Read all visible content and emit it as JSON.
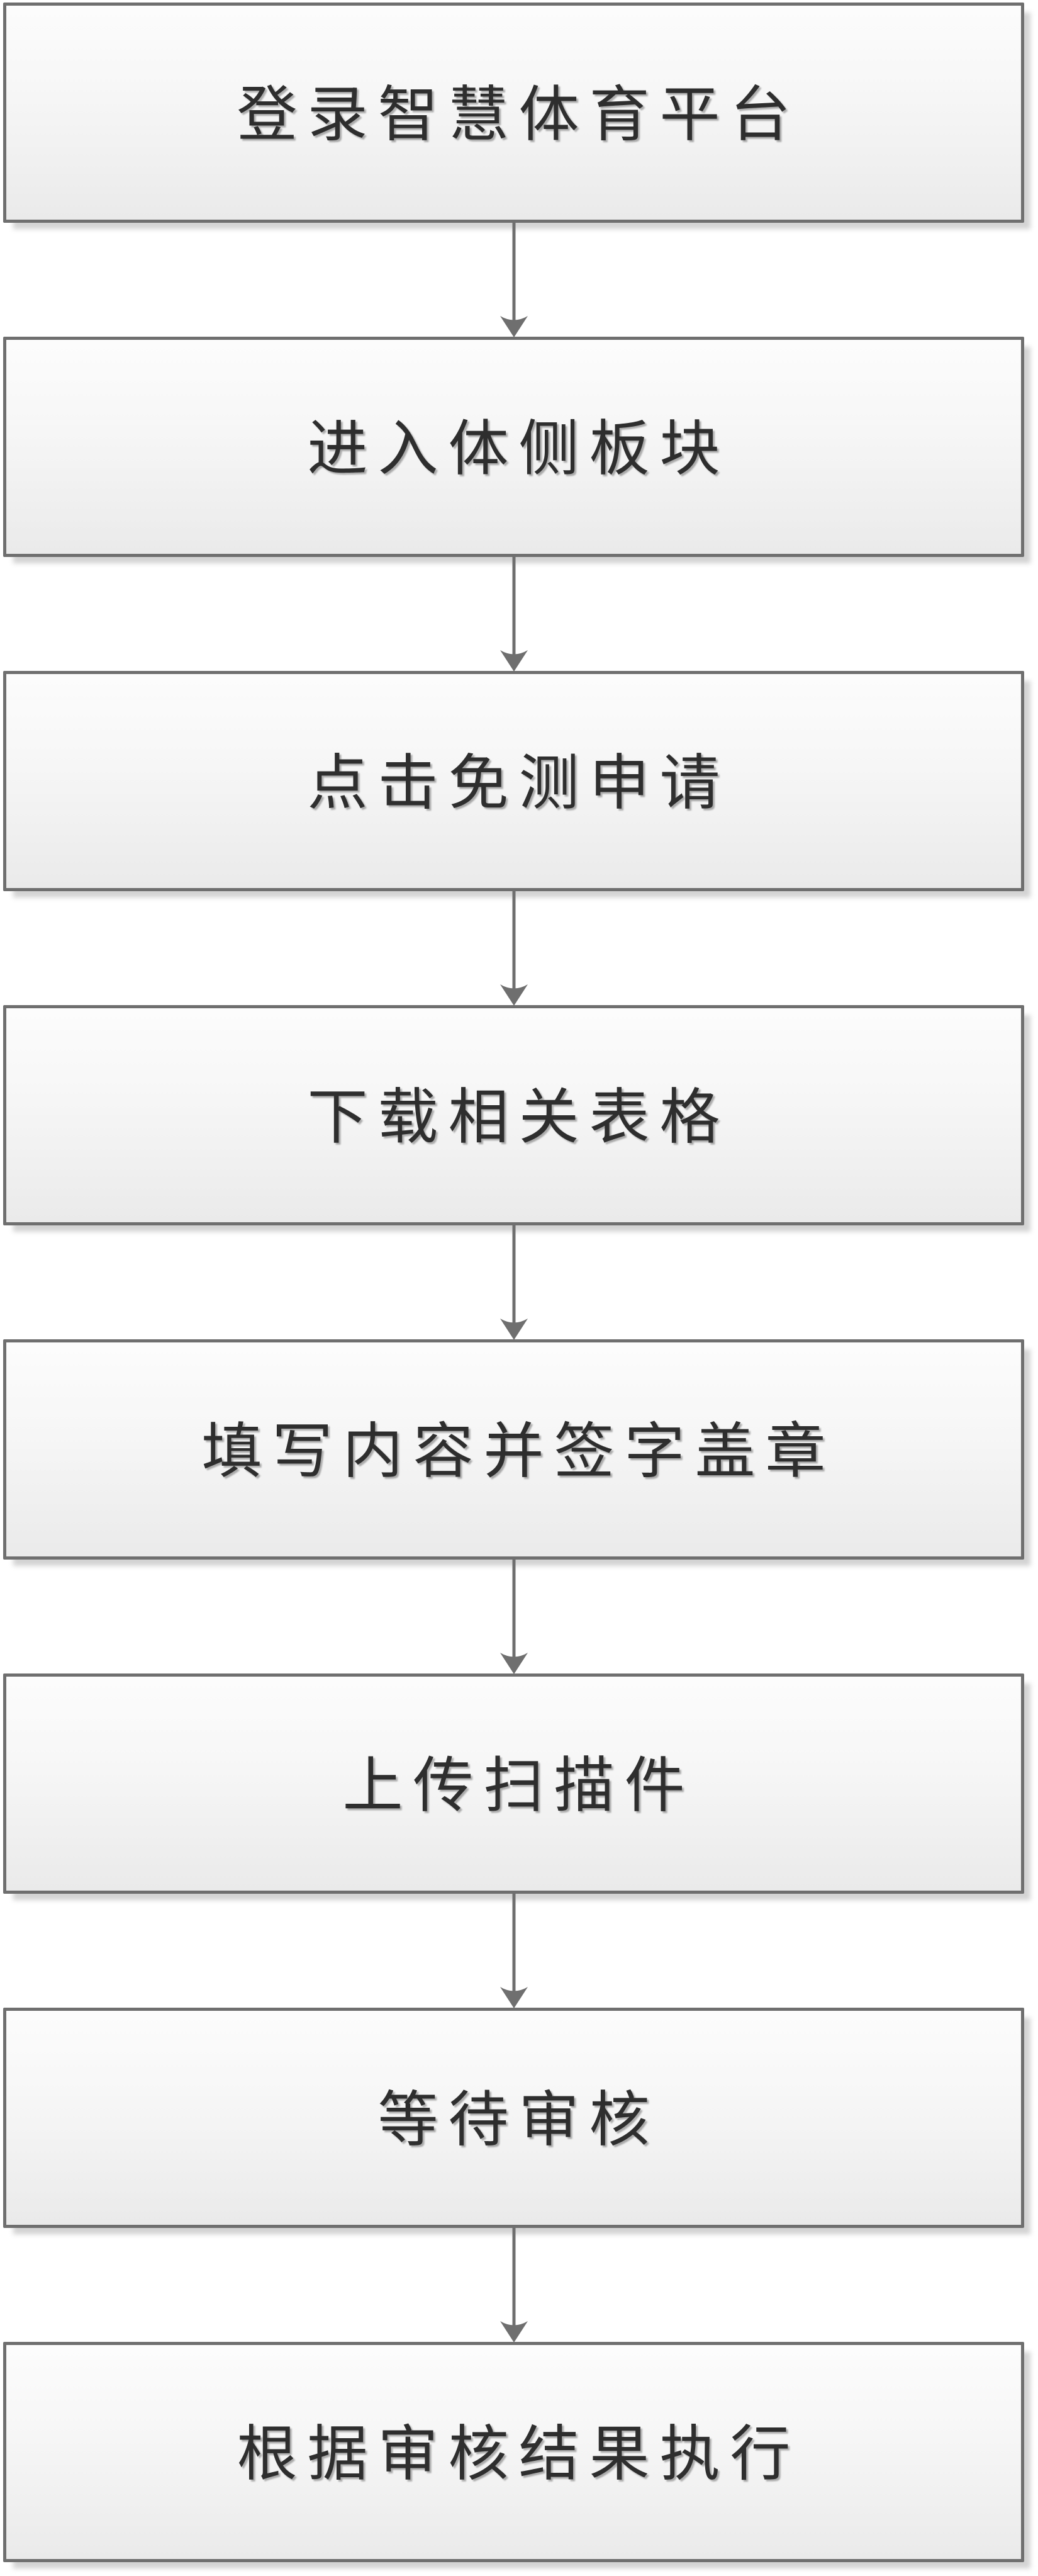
{
  "flowchart": {
    "steps": [
      {
        "label": "登录智慧体育平台"
      },
      {
        "label": "进入体侧板块"
      },
      {
        "label": "点击免测申请"
      },
      {
        "label": "下载相关表格"
      },
      {
        "label": "填写内容并签字盖章"
      },
      {
        "label": "上传扫描件"
      },
      {
        "label": "等待审核"
      },
      {
        "label": "根据审核结果执行"
      }
    ],
    "connector": "down-arrow",
    "colors": {
      "border": "#6f6f6f",
      "arrow": "#6f6f6f",
      "text": "#2e2e2e",
      "fill_top": "#fcfcfc",
      "fill_bottom": "#eaeaea",
      "shadow": "rgba(110,110,110,0.30)"
    }
  }
}
